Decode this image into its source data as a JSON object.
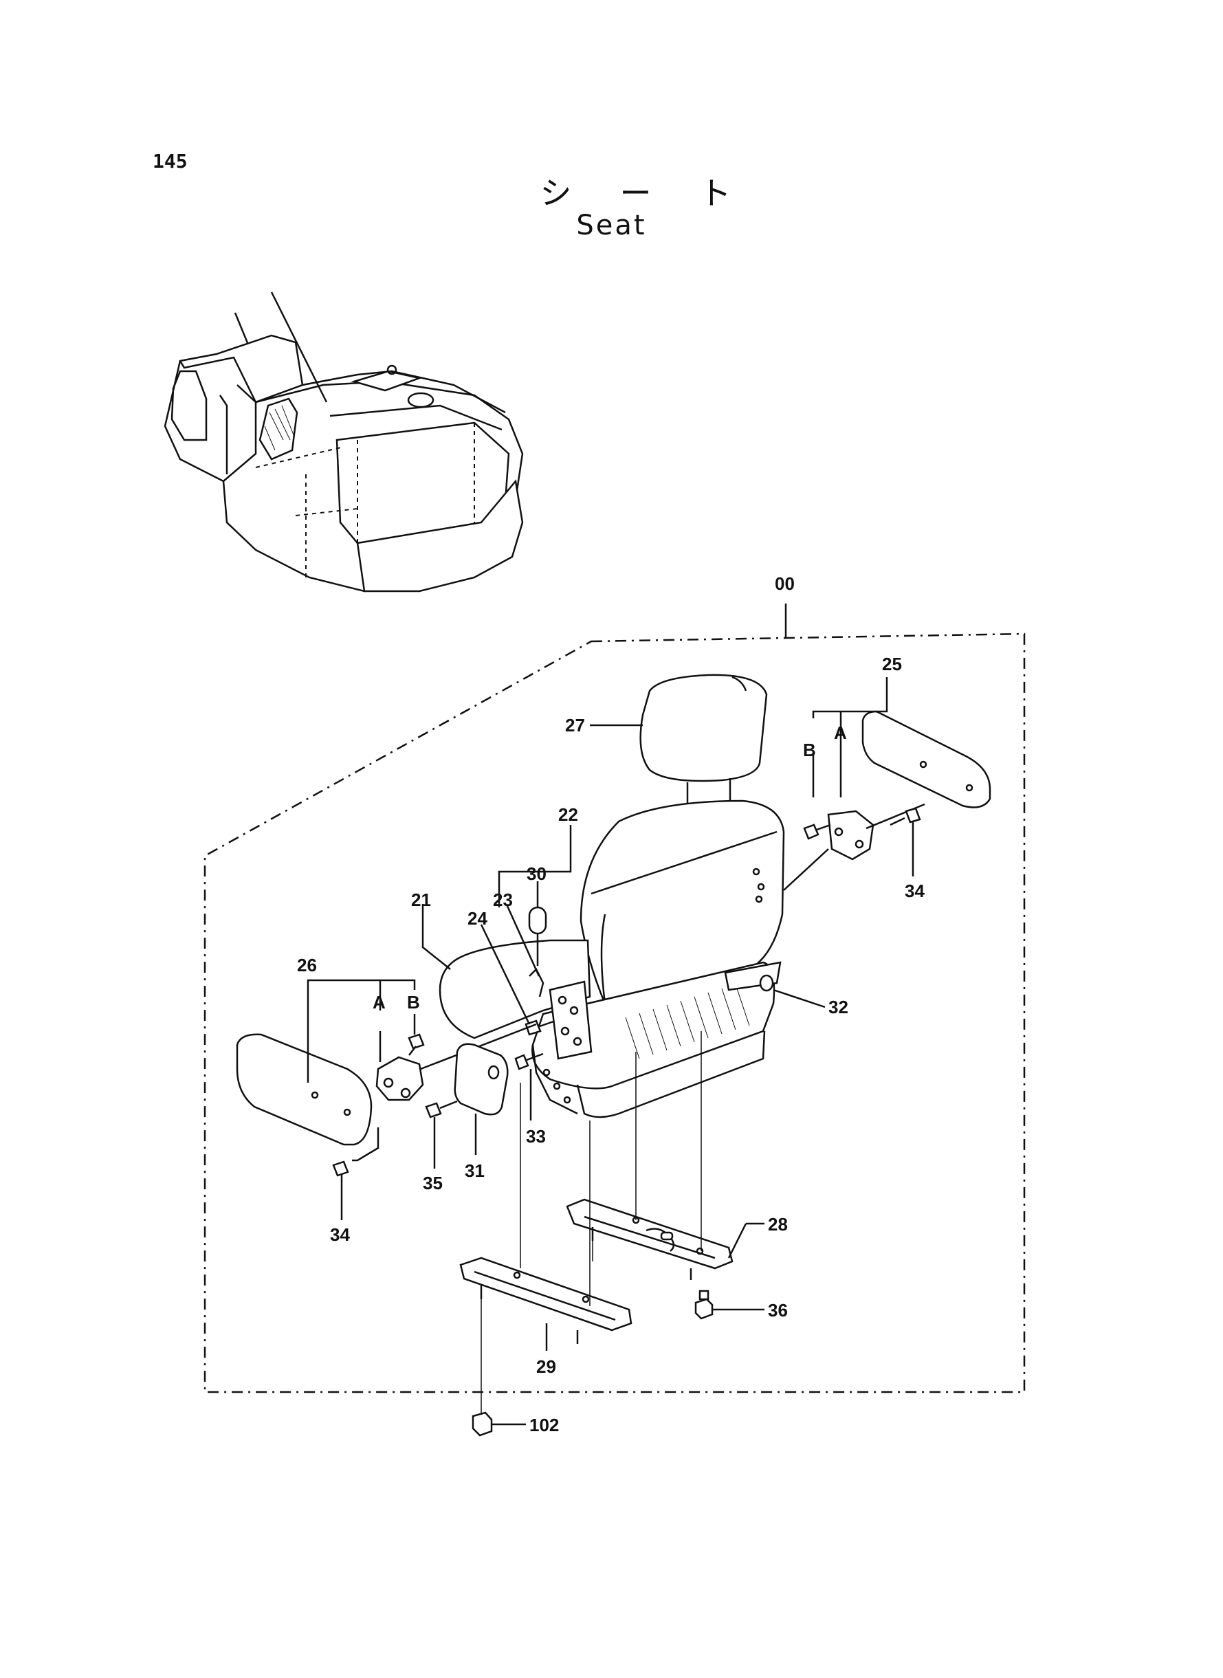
{
  "page": {
    "number": "145",
    "title_jp": "シート",
    "title_en": "Seat"
  },
  "labels": {
    "assembly": "00",
    "cushion": "21",
    "backrest": "22",
    "lever": "23",
    "bolt_24": "24",
    "armrest_right": "25",
    "armrest_left": "26",
    "headrest": "27",
    "rail_right": "28",
    "rail_left": "29",
    "knob": "30",
    "pad": "31",
    "washer": "32",
    "bolt_33": "33",
    "bolt_34_right": "34",
    "bolt_34_left": "34",
    "bolt_35": "35",
    "nut_36": "36",
    "nut_102": "102",
    "ref_a_right": "A",
    "ref_b_right": "B",
    "ref_a_left": "A",
    "ref_b_left": "B"
  }
}
